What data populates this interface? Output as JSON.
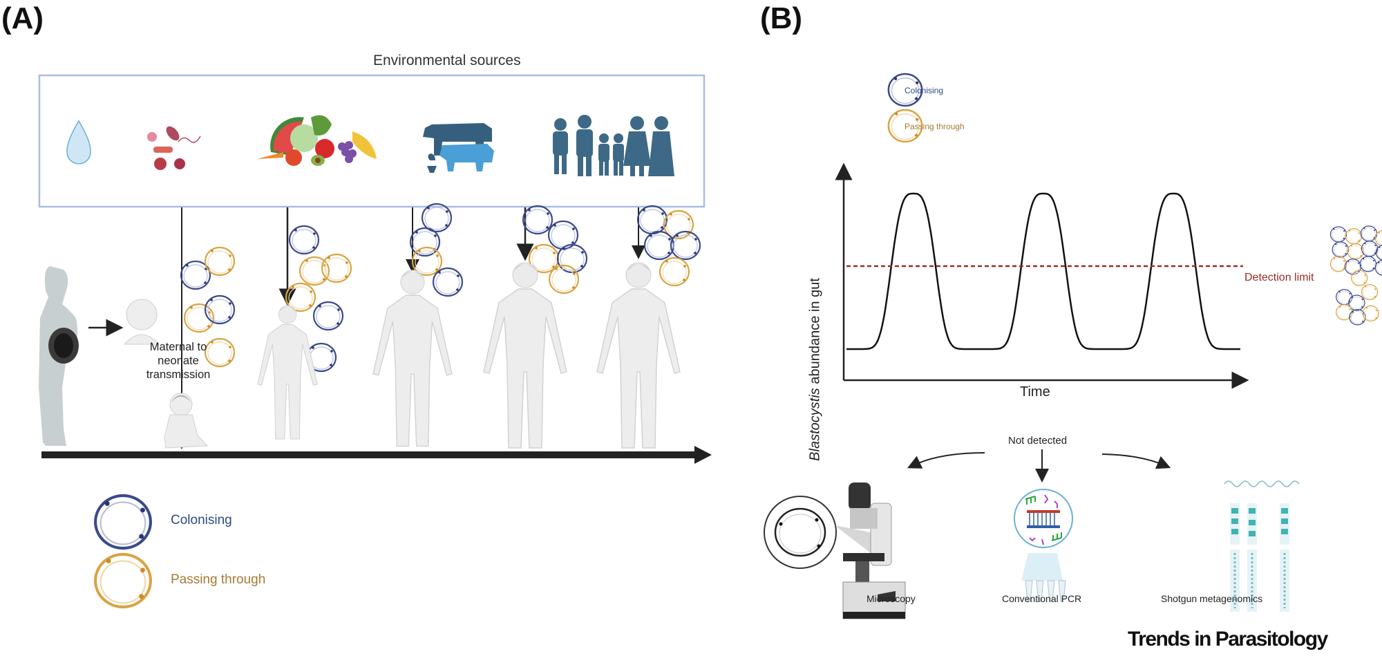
{
  "panel_a": {
    "label": "(A)",
    "env_title": "Environmental sources",
    "sources": [
      {
        "name": "water",
        "icon": "water-drop-icon"
      },
      {
        "name": "microbes",
        "icon": "microbes-icon"
      },
      {
        "name": "fruits-vegetables",
        "icon": "produce-icon"
      },
      {
        "name": "animals",
        "icon": "livestock-icon"
      },
      {
        "name": "people",
        "icon": "family-icon"
      }
    ],
    "maternal_text": [
      "Maternal to",
      "neonate",
      "transmission"
    ],
    "stages": [
      "infant",
      "child",
      "young-adult",
      "adult",
      "older-adult"
    ],
    "legend": {
      "colonising": "Colonising",
      "passing": "Passing through"
    }
  },
  "panel_b": {
    "label": "(B)",
    "legend": {
      "colonising": "Colonising",
      "passing": "Passing through"
    },
    "detection_label": "Detection limit",
    "not_detected": "Not detected",
    "methods": [
      "Microscopy",
      "Conventional PCR",
      "Shotgun metagenomics"
    ]
  },
  "colors": {
    "colonising": "#3b4a8a",
    "passing": "#d9a443",
    "detection": "#9b2a2a",
    "box_border": "#a9bde0",
    "figure_gray": "#e6e6e6"
  },
  "chart_data": {
    "type": "line",
    "title": "",
    "xlabel": "Time",
    "ylabel_italic": "Blastocystis",
    "ylabel_rest": " abundance in gut",
    "detection_limit": 0.55,
    "ylim": [
      0,
      1
    ],
    "xlim": [
      0,
      1
    ],
    "series": [
      {
        "name": "abundance",
        "peaks": [
          0.17,
          0.5,
          0.83
        ],
        "low": 0.15,
        "high": 0.9
      }
    ],
    "annotations": [
      "Detection limit"
    ]
  },
  "footer": {
    "journal": "Trends in Parasitology"
  }
}
